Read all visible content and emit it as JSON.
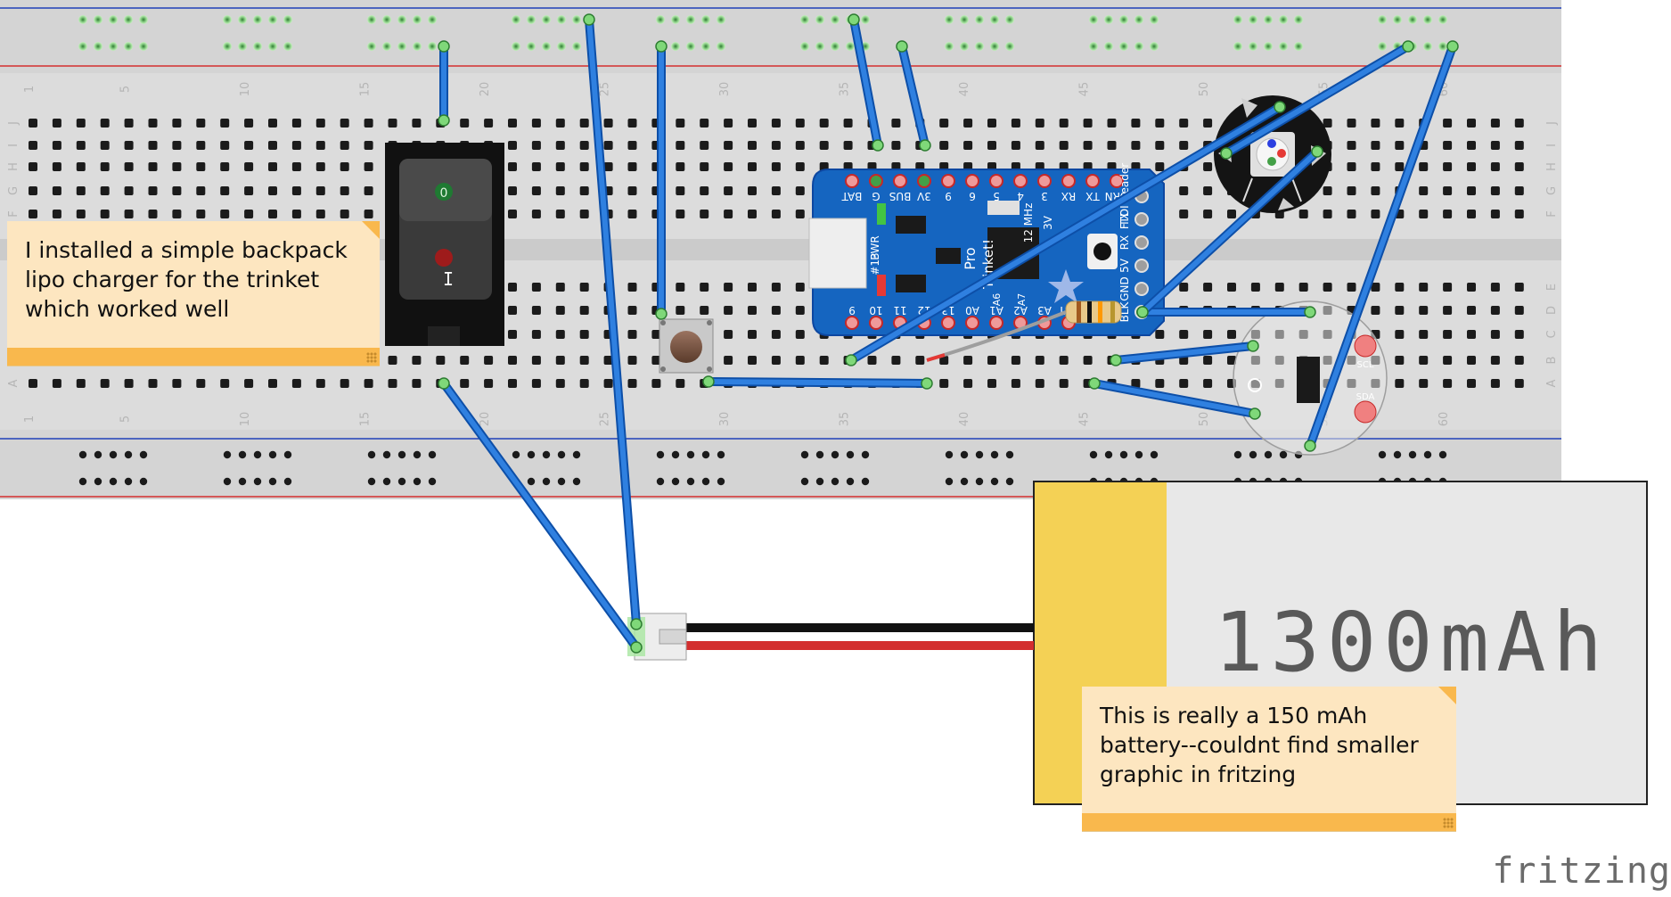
{
  "breadboard": {
    "column_numbers": [
      "1",
      "5",
      "10",
      "15",
      "20",
      "25",
      "30",
      "35",
      "40",
      "45",
      "50",
      "55",
      "60"
    ],
    "row_letters_top": [
      "J",
      "I",
      "H",
      "G",
      "F"
    ],
    "row_letters_bottom": [
      "E",
      "D",
      "C",
      "B",
      "A"
    ]
  },
  "switch": {
    "on_symbol": "I"
  },
  "trinket": {
    "top_pins": [
      "BAT",
      "G",
      "BUS",
      "3V",
      "9",
      "6",
      "5",
      "4",
      "3",
      "RX",
      "TX",
      "GRN"
    ],
    "bottom_pins": [
      "9",
      "10",
      "11",
      "12",
      "13",
      "A0",
      "A1",
      "A2",
      "A3",
      "RST"
    ],
    "side_labels": [
      "BLK",
      "GND",
      "5V",
      "RX",
      "TX",
      "FTDI Header"
    ],
    "board_text": [
      "Pro",
      "Trinket!",
      "3V",
      "12 MHz",
      "PWR",
      "#13",
      "A6",
      "A7"
    ]
  },
  "rgb_led": {},
  "sensor_board": {
    "pin_labels": [
      "SCL",
      "SDA"
    ]
  },
  "battery": {
    "capacity_label": "1300mAh"
  },
  "notes": {
    "charger": "I installed a simple backpack\nlipo charger for the trinket\nwhich worked well",
    "battery": "This is really a 150 mAh\nbattery--couldnt find smaller\ngraphic in fritzing"
  },
  "logo": "fritzing",
  "colors": {
    "wire": "#1f6fd1",
    "breadboard": "#dcdcdc",
    "trinket": "#1565c0",
    "battery_body": "#e8e8e8",
    "battery_cap": "#f4d155",
    "note_bg": "#fde6c0",
    "note_bar": "#f9b84d",
    "rail_red": "#d32f2f",
    "rail_blue": "#1e3fb8"
  }
}
